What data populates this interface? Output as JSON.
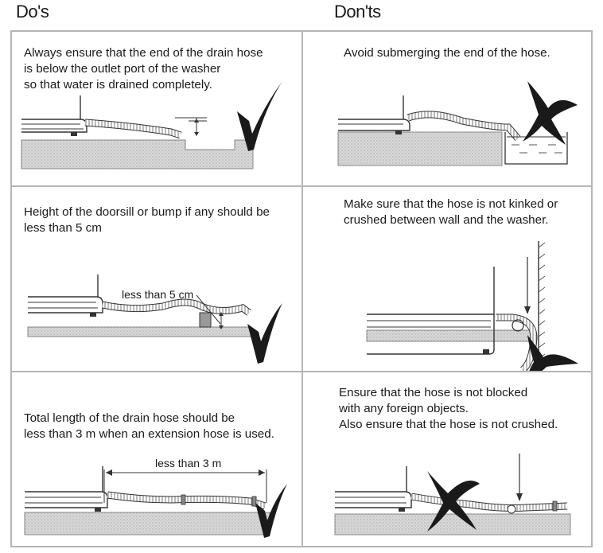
{
  "headers": {
    "dos": "Do's",
    "donts": "Don'ts"
  },
  "dos": [
    {
      "text": "Always ensure that the end of the drain hose\nis below the outlet port of the washer\nso that water is drained completely.",
      "mark": "check-icon"
    },
    {
      "text": "Height of the doorsill or bump if any should be\nless than 5 cm",
      "label": "less than 5 cm",
      "mark": "check-icon"
    },
    {
      "text": "Total length of the drain hose should be\nless than 3 m when an extension hose is used.",
      "label": "less than 3 m",
      "mark": "check-icon"
    }
  ],
  "donts": [
    {
      "text": "Avoid submerging the end of the hose.",
      "mark": "cross-icon"
    },
    {
      "text": "Make sure that the hose is not kinked or\ncrushed between wall and the washer.",
      "mark": "cross-icon"
    },
    {
      "text": "Ensure that the hose is not blocked\nwith any foreign objects.\nAlso ensure that the hose is not crushed.",
      "mark": "cross-icon"
    }
  ],
  "colors": {
    "border": "#b5b5b5",
    "ink": "#1a1a1a",
    "floor": "#d4d4d4"
  }
}
